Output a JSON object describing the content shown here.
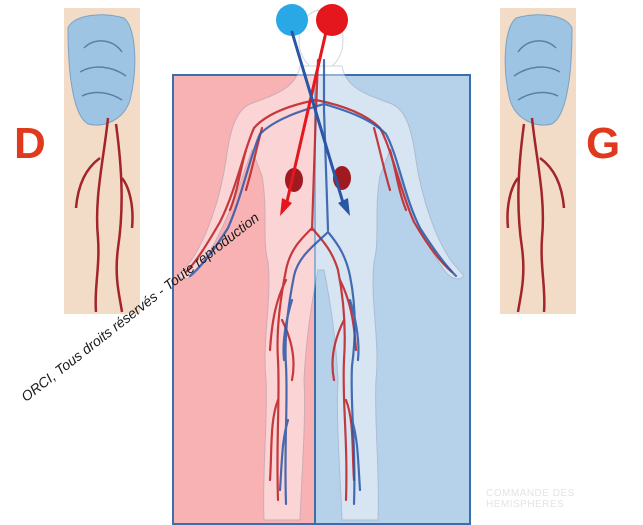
{
  "labels": {
    "right_side": "D",
    "left_side": "G"
  },
  "watermark": "ORCI, Tous droits réservés - Toute reproduction",
  "corner_caption": {
    "line1": "COMMANDE DES",
    "line2": "HEMISPHERES"
  },
  "colors": {
    "left_panel": "#f8b2b4",
    "right_panel": "#b6d1ea",
    "letter": "#e03a1e",
    "artery": "#c0282c",
    "vein": "#2a56a6",
    "left_hemisphere_dot": "#2aa8e6",
    "right_hemisphere_dot": "#e4161e"
  }
}
